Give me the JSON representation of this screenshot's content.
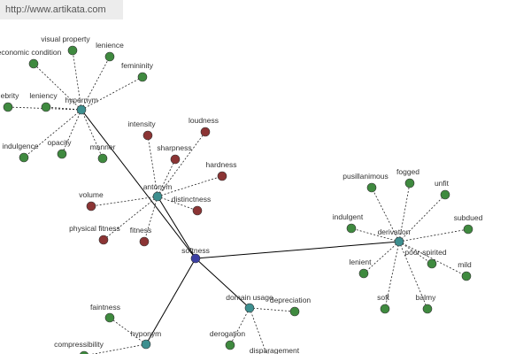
{
  "watermark": "http://www.artikata.com",
  "colors": {
    "center": "#3b3fa3",
    "relation": "#3d8f8f",
    "leaf_green": "#3f8a3f",
    "leaf_red": "#8b3434"
  },
  "graph": {
    "center": {
      "id": "softness",
      "label": "softness"
    },
    "relations": [
      {
        "id": "hypernym",
        "label": "hypernym"
      },
      {
        "id": "antonym",
        "label": "antonym"
      },
      {
        "id": "derivation",
        "label": "derivation"
      },
      {
        "id": "hyponym",
        "label": "hyponym"
      },
      {
        "id": "domain-usage",
        "label": "domain usage"
      }
    ],
    "leaves": [
      {
        "id": "visual-property",
        "label": "visual property",
        "parent": "hypernym",
        "color": "green"
      },
      {
        "id": "lenience",
        "label": "lenience",
        "parent": "hypernym",
        "color": "green"
      },
      {
        "id": "economic-condition",
        "label": "economic condition",
        "parent": "hypernym",
        "color": "green"
      },
      {
        "id": "femininity",
        "label": "femininity",
        "parent": "hypernym",
        "color": "green"
      },
      {
        "id": "ebrity",
        "label": "ebrity",
        "parent": "hypernym",
        "color": "green"
      },
      {
        "id": "leniency",
        "label": "leniency",
        "parent": "hypernym",
        "color": "green"
      },
      {
        "id": "indulgence",
        "label": "indulgence",
        "parent": "hypernym",
        "color": "green"
      },
      {
        "id": "opacity",
        "label": "opacity",
        "parent": "hypernym",
        "color": "green"
      },
      {
        "id": "manner",
        "label": "manner",
        "parent": "hypernym",
        "color": "green"
      },
      {
        "id": "intensity",
        "label": "intensity",
        "parent": "antonym",
        "color": "red"
      },
      {
        "id": "loudness",
        "label": "loudness",
        "parent": "antonym",
        "color": "red"
      },
      {
        "id": "sharpness",
        "label": "sharpness",
        "parent": "antonym",
        "color": "red"
      },
      {
        "id": "hardness",
        "label": "hardness",
        "parent": "antonym",
        "color": "red"
      },
      {
        "id": "volume",
        "label": "volume",
        "parent": "antonym",
        "color": "red"
      },
      {
        "id": "distinctness",
        "label": "distinctness",
        "parent": "antonym",
        "color": "red"
      },
      {
        "id": "physical-fitness",
        "label": "physical fitness",
        "parent": "antonym",
        "color": "red"
      },
      {
        "id": "fitness",
        "label": "fitness",
        "parent": "antonym",
        "color": "red"
      },
      {
        "id": "pusillanimous",
        "label": "pusillanimous",
        "parent": "derivation",
        "color": "green"
      },
      {
        "id": "fogged",
        "label": "fogged",
        "parent": "derivation",
        "color": "green"
      },
      {
        "id": "unfit",
        "label": "unfit",
        "parent": "derivation",
        "color": "green"
      },
      {
        "id": "indulgent",
        "label": "indulgent",
        "parent": "derivation",
        "color": "green"
      },
      {
        "id": "subdued",
        "label": "subdued",
        "parent": "derivation",
        "color": "green"
      },
      {
        "id": "poor-spirited",
        "label": "poor-spirited",
        "parent": "derivation",
        "color": "green"
      },
      {
        "id": "lenient",
        "label": "lenient",
        "parent": "derivation",
        "color": "green"
      },
      {
        "id": "mild",
        "label": "mild",
        "parent": "derivation",
        "color": "green"
      },
      {
        "id": "soft",
        "label": "soft",
        "parent": "derivation",
        "color": "green"
      },
      {
        "id": "balmy",
        "label": "balmy",
        "parent": "derivation",
        "color": "green"
      },
      {
        "id": "faintness",
        "label": "faintness",
        "parent": "hyponym",
        "color": "green"
      },
      {
        "id": "compressibility",
        "label": "compressibility",
        "parent": "hyponym",
        "color": "green"
      },
      {
        "id": "depreciation",
        "label": "depreciation",
        "parent": "domain-usage",
        "color": "green"
      },
      {
        "id": "derogation",
        "label": "derogation",
        "parent": "domain-usage",
        "color": "green"
      },
      {
        "id": "disparagement",
        "label": "disparagement",
        "parent": "domain-usage",
        "color": "green"
      }
    ]
  }
}
